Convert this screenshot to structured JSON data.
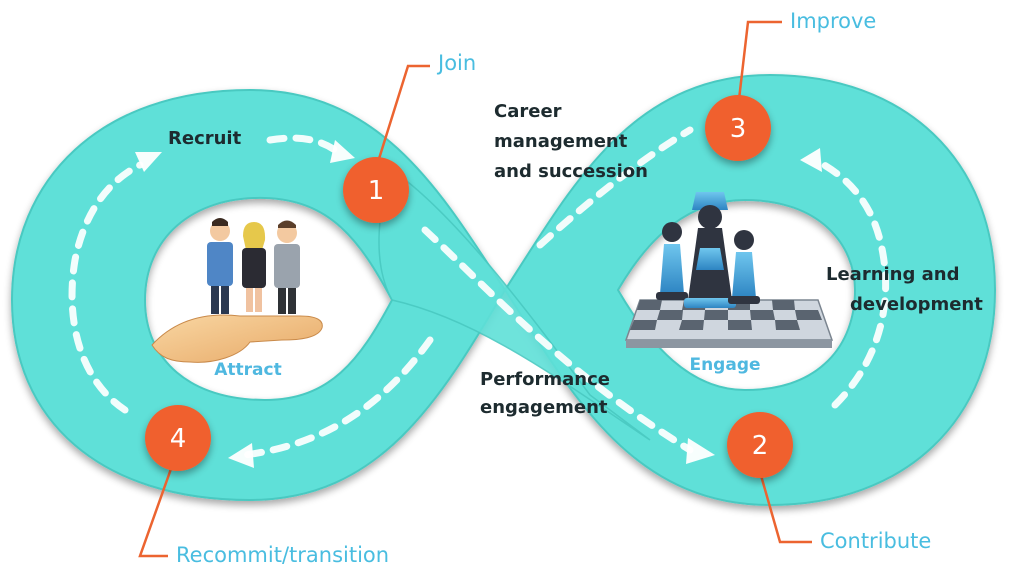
{
  "stages": {
    "join": "Join",
    "improve": "Improve",
    "contribute": "Contribute",
    "recommit": "Recommit/transition"
  },
  "steps": {
    "recruit": "Recruit",
    "career_line1": "Career",
    "career_line2": "management",
    "career_line3": "and succession",
    "learning_line1": "Learning and",
    "learning_line2": "development",
    "performance_line1": "Performance",
    "performance_line2": "engagement"
  },
  "loops": {
    "left": "Attract",
    "right": "Engage"
  },
  "markers": [
    "1",
    "2",
    "3",
    "4"
  ],
  "colors": {
    "track": "#5fe0d8",
    "track_edge": "#49c9c1",
    "marker": "#f0602e",
    "leader": "#ec6430",
    "stage_text": "#49bde0"
  }
}
